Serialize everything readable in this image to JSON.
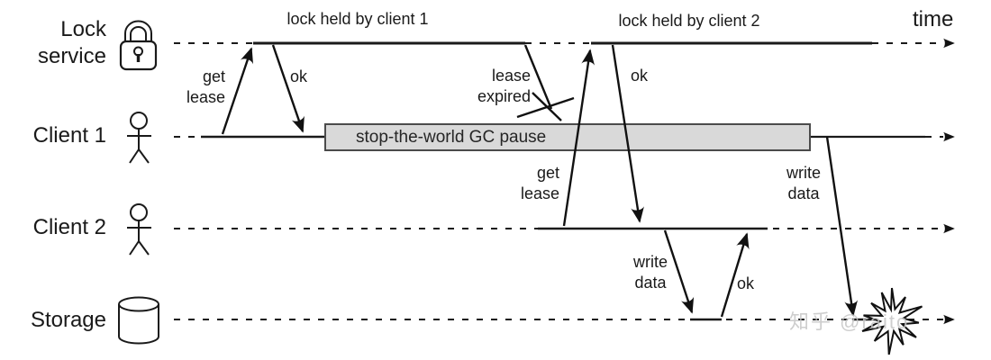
{
  "diagram": {
    "time_label": "time",
    "watermark": "知乎 @raito",
    "lanes": [
      {
        "label": "Lock\nservice",
        "icon": "padlock"
      },
      {
        "label": "Client 1",
        "icon": "person"
      },
      {
        "label": "Client 2",
        "icon": "person"
      },
      {
        "label": "Storage",
        "icon": "database-cylinder"
      }
    ],
    "spans": {
      "lock_held_1": "lock held by client 1",
      "lock_held_2": "lock held by client 2",
      "gc_pause": "stop-the-world GC pause"
    },
    "messages": {
      "get_lease_1": "get\nlease",
      "ok_1": "ok",
      "lease_expired": "lease\nexpired",
      "get_lease_2": "get\nlease",
      "ok_2": "ok",
      "write_data_client2": "write\ndata",
      "ok_3": "ok",
      "write_data_client1": "write\ndata"
    },
    "colors": {
      "line": "#1a1a1a",
      "gc_fill": "#d9d9d9",
      "gc_border": "#4b4b4b",
      "watermark": "#c6c6c6"
    }
  }
}
